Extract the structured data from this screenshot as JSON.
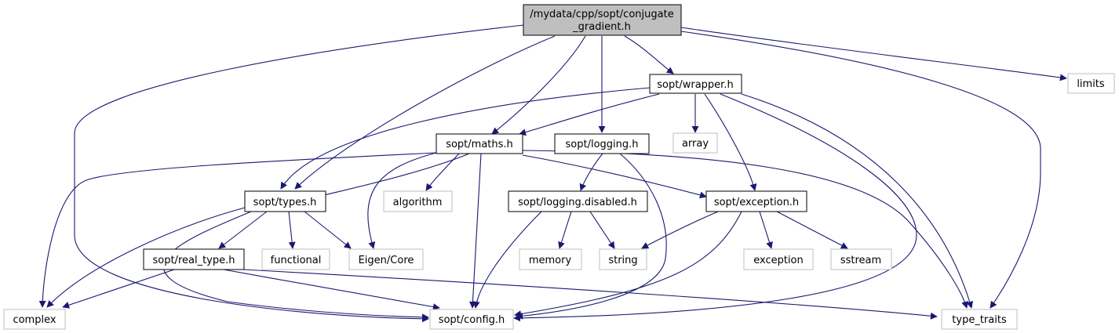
{
  "graph": {
    "root": {
      "line1": "/mydata/cpp/sopt/conjugate",
      "line2": "_gradient.h"
    },
    "nodes": {
      "wrapper": "sopt/wrapper.h",
      "limits": "limits",
      "maths": "sopt/maths.h",
      "logging": "sopt/logging.h",
      "array": "array",
      "types": "sopt/types.h",
      "algorithm": "algorithm",
      "logging_disabled": "sopt/logging.disabled.h",
      "exception_h": "sopt/exception.h",
      "real_type": "sopt/real_type.h",
      "functional": "functional",
      "eigen_core": "Eigen/Core",
      "memory": "memory",
      "string": "string",
      "exception": "exception",
      "sstream": "sstream",
      "complex": "complex",
      "config": "sopt/config.h",
      "type_traits": "type_traits"
    }
  },
  "colors": {
    "edge": "#191970",
    "root_fill": "#bfbfbf",
    "system_header_border": "#bfbfbf",
    "local_header_border": "#000000"
  }
}
